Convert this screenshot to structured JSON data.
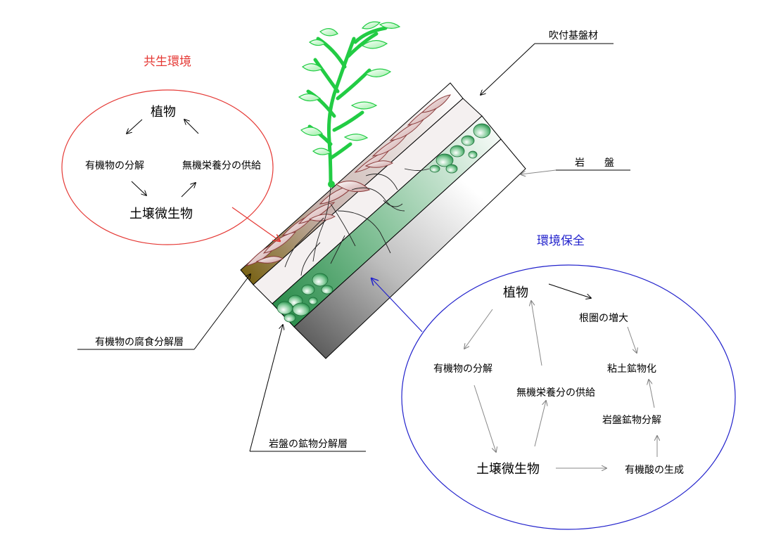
{
  "labels": {
    "symbiosis_title": "共生環境",
    "conservation_title": "環境保全",
    "spray_base": "吹付基盤材",
    "bedrock": "岩　　盤",
    "humus_layer": "有機物の腐食分解層",
    "mineral_layer": "岩盤の鉱物分解層"
  },
  "symbiosis": {
    "plant": "植物",
    "decomposition": "有機物の分解",
    "nutrient_supply": "無機栄養分の供給",
    "microbes": "土壌微生物"
  },
  "conservation": {
    "plant": "植物",
    "rhizosphere": "根圏の増大",
    "decomposition": "有機物の分解",
    "clay": "粘土鉱物化",
    "nutrient_supply": "無機栄養分の供給",
    "rock_decomp": "岩盤鉱物分解",
    "microbes": "土壌微生物",
    "organic_acid": "有機酸の生成"
  },
  "colors": {
    "symbiosis": "#e53935",
    "conservation": "#2222cc",
    "plant": "#22cc44",
    "leaf_outline": "#8a3a3a",
    "stone": "#3aa85a"
  }
}
